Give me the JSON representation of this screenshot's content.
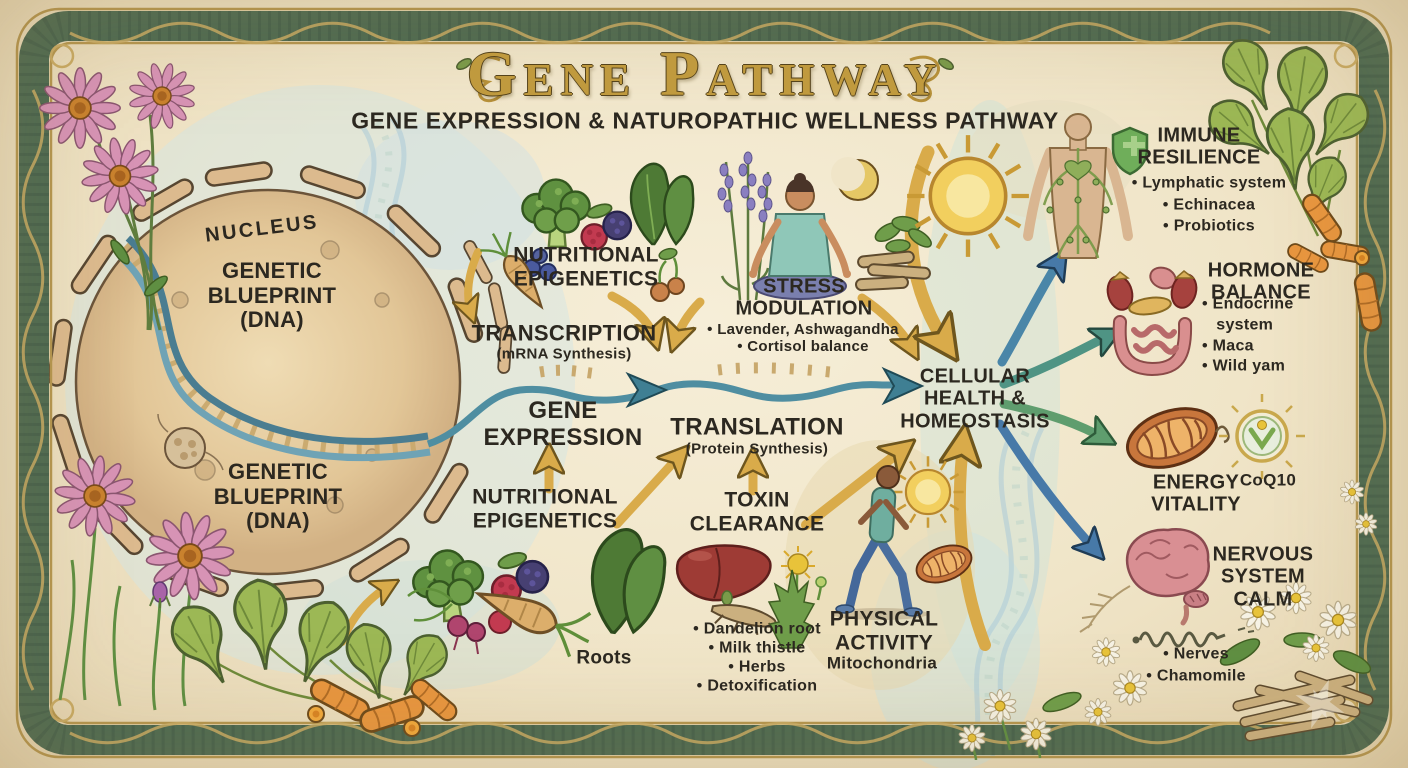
{
  "title": {
    "text": "Gene Pathway",
    "subtitle": "GENE EXPRESSION & NATUROPATHIC WELLNESS PATHWAY"
  },
  "nucleus": {
    "label": "NUCLEUS",
    "blueprint_top": "GENETIC\nBLUEPRINT\n(DNA)",
    "blueprint_bottom": "GENETIC\nBLUEPRINT\n(DNA)"
  },
  "flow": {
    "transcription": "TRANSCRIPTION",
    "transcription_sub": "(mRNA Synthesis)",
    "gene_expression": "GENE\nEXPRESSION",
    "translation": "TRANSLATION",
    "translation_sub": "(Protein Synthesis)",
    "cellular_health": "CELLULAR\nHEALTH &\nHOMEOSTASIS"
  },
  "inputs_top": {
    "nutritional_epigenetics": "NUTRITIONAL\nEPIGENETICS",
    "stress_modulation": "STRESS\nMODULATION",
    "stress_bullets": "• Lavender, Ashwagandha\n• Cortisol balance"
  },
  "inputs_bottom": {
    "nutritional_epigenetics": "NUTRITIONAL\nEPIGENETICS",
    "roots_caption": "Roots",
    "toxin_clearance": "TOXIN\nCLEARANCE",
    "toxin_bullets": "• Dandelion root\n• Milk thistle\n• Herbs\n• Detoxification",
    "physical_activity": "PHYSICAL\nACTIVITY",
    "physical_caption": "Mitochondria"
  },
  "outcomes": {
    "immune": {
      "label": "IMMUNE\nRESILIENCE",
      "bullets": "• Lymphatic system\n• Echinacea\n• Probiotics"
    },
    "hormone": {
      "label": "HORMONE\nBALANCE",
      "bullets": "• Endocrine\n   system\n• Maca\n• Wild yam"
    },
    "energy": {
      "label": "ENERGY\nVITALITY",
      "caption": "CoQ10"
    },
    "nervous": {
      "label": "NERVOUS\nSYSTEM\nCALM",
      "bullets": "• Nerves\n• Chamomile"
    }
  },
  "colors": {
    "parchment": "#f1e7cd",
    "frame_green": "#4e6b52",
    "gold": "#c9a23f",
    "arrow_gold": "#d9ab4a",
    "teal": "#3f7f93",
    "blue": "#4779a8",
    "green": "#5f9d6e",
    "text": "#2c2820"
  }
}
